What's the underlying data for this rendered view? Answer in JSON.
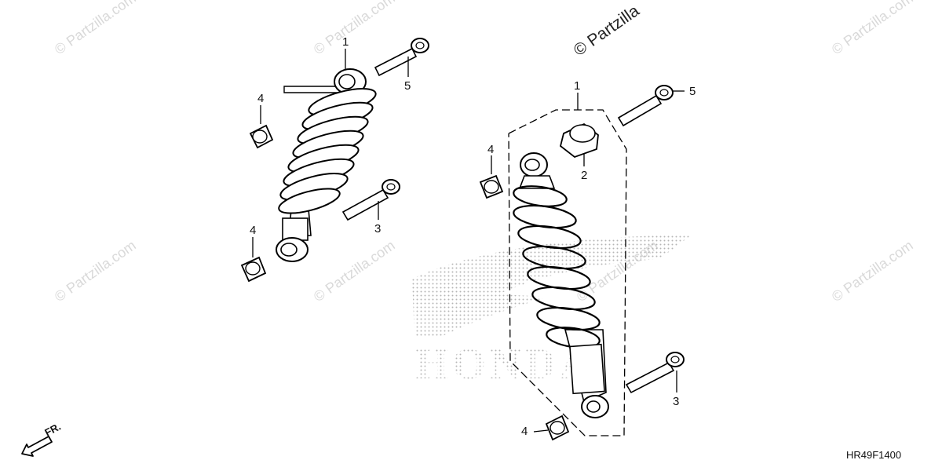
{
  "diagram": {
    "diagram_code": "HR49F1400",
    "direction_label": "FR.",
    "watermark_text": "© Partzilla.com",
    "watermark_top_text": "© Partzilla",
    "brand_logo_text": "HONDA",
    "callouts": {
      "left_shock": "1",
      "left_bolt_upper": "5",
      "left_nut_upper": "4",
      "left_bolt_lower": "3",
      "left_nut_lower": "4",
      "right_shock": "1",
      "right_bolt_upper": "5",
      "right_bushing": "2",
      "right_nut_upper": "4",
      "right_bolt_lower": "3",
      "right_nut_lower": "4"
    }
  }
}
